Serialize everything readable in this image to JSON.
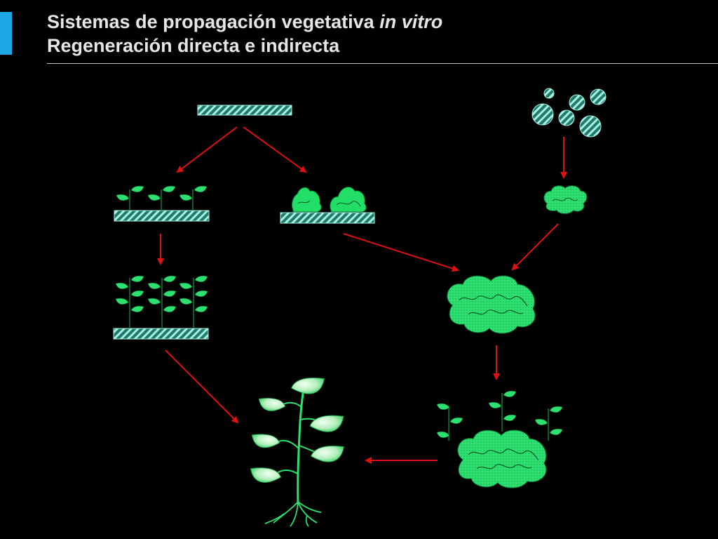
{
  "slide": {
    "title_line1_main": "Sistemas de propagación vegetativa",
    "title_line1_italic": "in vitro",
    "title_line2": "Regeneración directa e indirecta"
  },
  "colors": {
    "accent": "#1ea7e6",
    "plant_green": "#22dd66",
    "leaf_light": "#ccf5cf",
    "tissue_teal": "#1f7a66",
    "tissue_stripe": "#a8efe8",
    "arrow_red": "#e01010"
  }
}
